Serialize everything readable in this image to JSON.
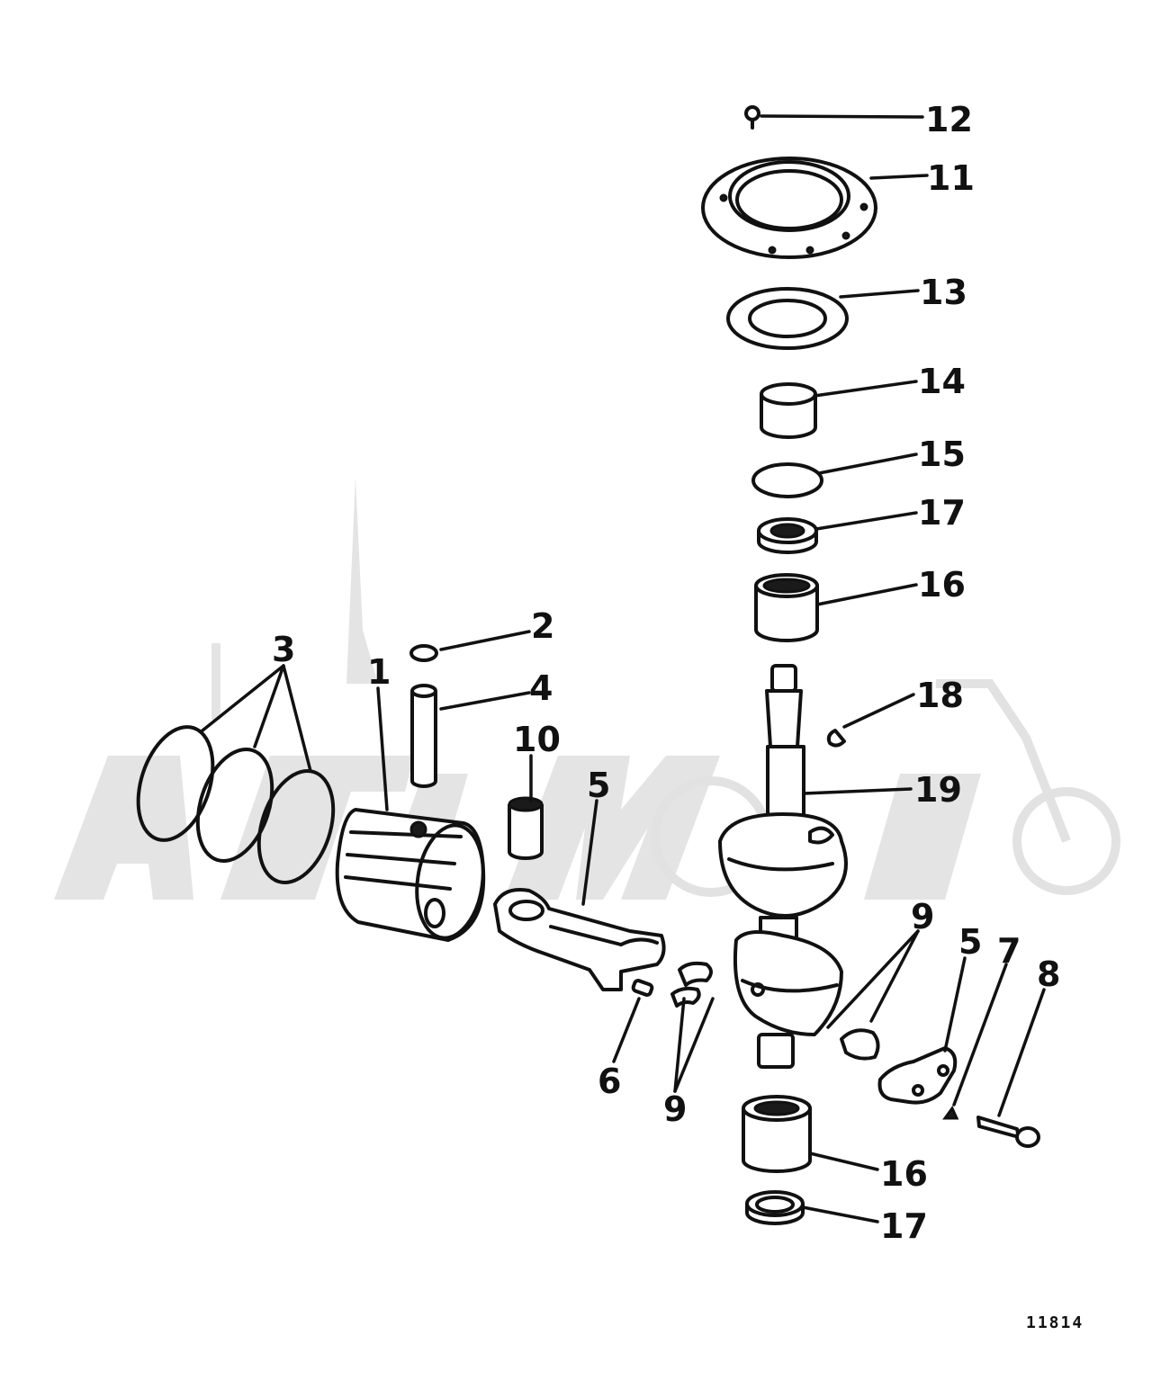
{
  "diagram": {
    "figure_id": "11814",
    "callouts": [
      {
        "id": "c1",
        "label": "1"
      },
      {
        "id": "c2",
        "label": "2"
      },
      {
        "id": "c3",
        "label": "3"
      },
      {
        "id": "c4",
        "label": "4"
      },
      {
        "id": "c5a",
        "label": "5"
      },
      {
        "id": "c5b",
        "label": "5"
      },
      {
        "id": "c6",
        "label": "6"
      },
      {
        "id": "c7",
        "label": "7"
      },
      {
        "id": "c8",
        "label": "8"
      },
      {
        "id": "c9a",
        "label": "9"
      },
      {
        "id": "c9b",
        "label": "9"
      },
      {
        "id": "c10",
        "label": "10"
      },
      {
        "id": "c11",
        "label": "11"
      },
      {
        "id": "c12",
        "label": "12"
      },
      {
        "id": "c13",
        "label": "13"
      },
      {
        "id": "c14",
        "label": "14"
      },
      {
        "id": "c15",
        "label": "15"
      },
      {
        "id": "c16a",
        "label": "16"
      },
      {
        "id": "c16b",
        "label": "16"
      },
      {
        "id": "c17a",
        "label": "17"
      },
      {
        "id": "c17b",
        "label": "17"
      },
      {
        "id": "c18",
        "label": "18"
      },
      {
        "id": "c19",
        "label": "19"
      }
    ]
  }
}
